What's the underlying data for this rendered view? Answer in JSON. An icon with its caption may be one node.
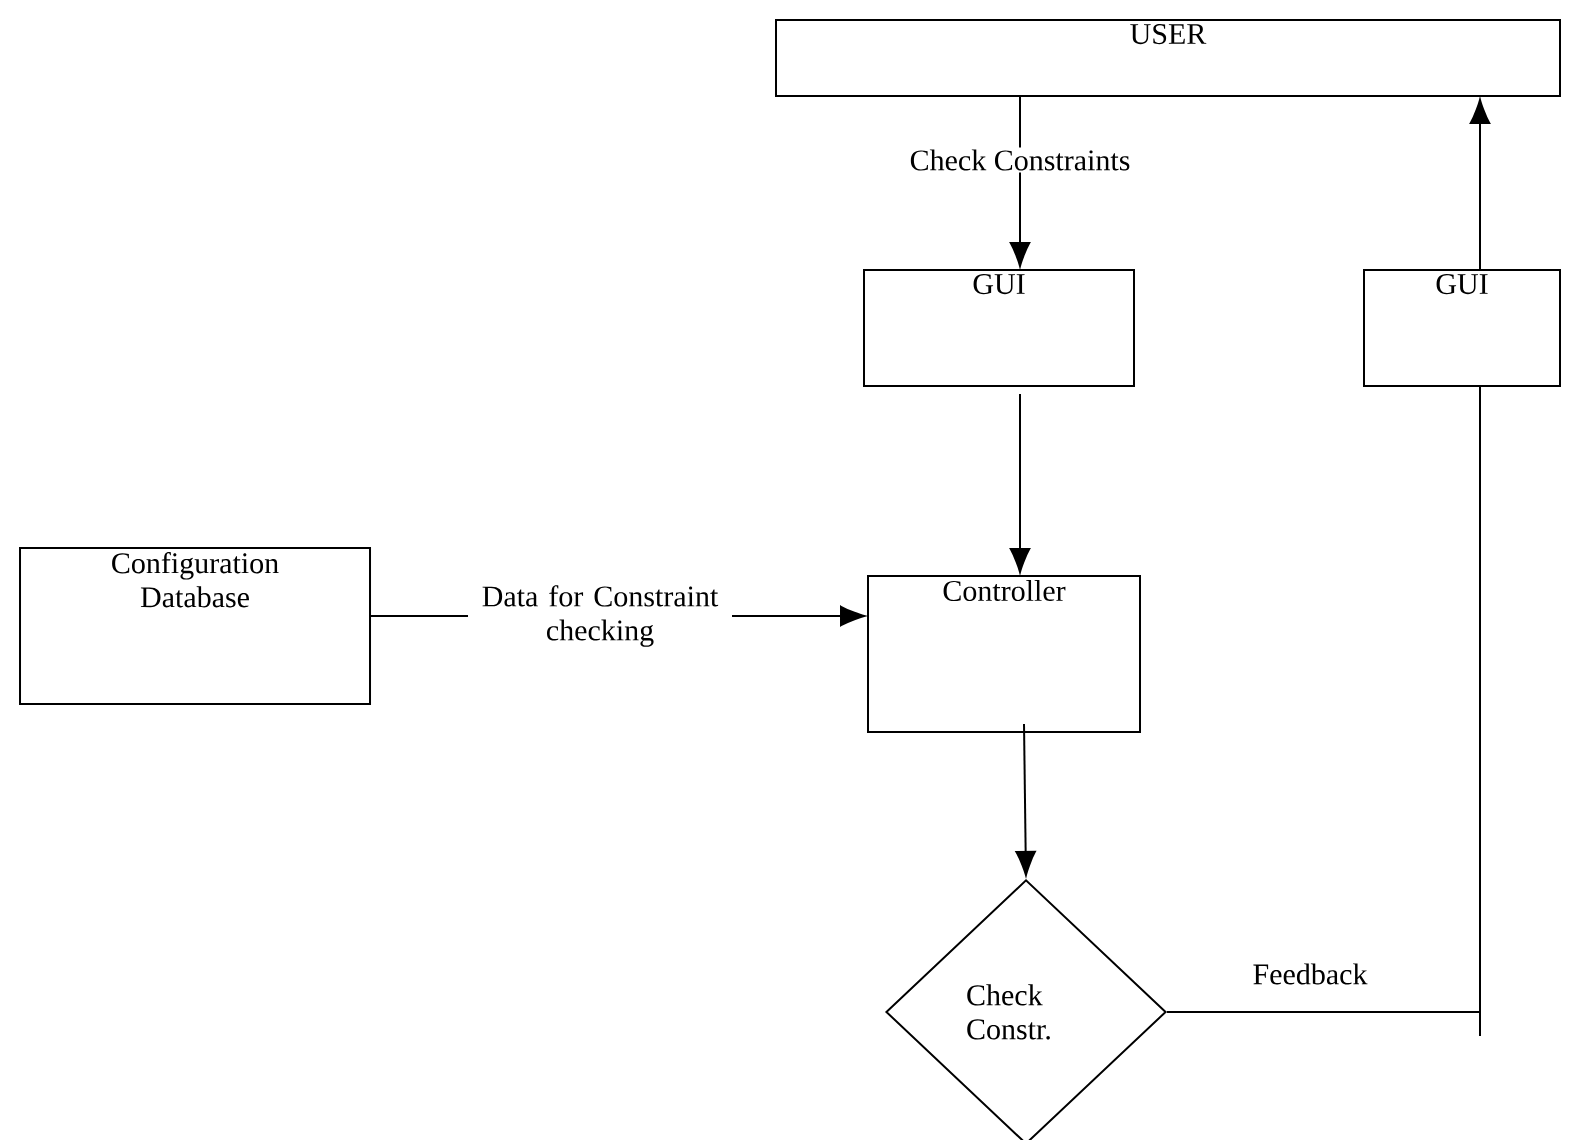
{
  "diagram": {
    "nodes": [
      {
        "text": [
          "USER"
        ]
      },
      {
        "text": [
          "GUI"
        ]
      },
      {
        "text": [
          "GUI"
        ]
      },
      {
        "text": [
          "Configuration Database"
        ]
      },
      {
        "text": [
          "Controller"
        ]
      },
      {
        "text": [
          "Check Constr."
        ]
      }
    ],
    "edges": [
      {
        "from": 0,
        "to": 1,
        "arrow": "to",
        "label": "Check Constraints"
      },
      {
        "from": 1,
        "to": 4,
        "arrow": "to"
      },
      {
        "from": 3,
        "to": 4,
        "arrow": "to",
        "label": "Data for Constraint checking"
      },
      {
        "from": 4,
        "to": 5,
        "arrow": "to"
      },
      {
        "from": 5,
        "to": 2,
        "arrow": "none",
        "label": "Feedback"
      },
      {
        "from": 2,
        "to": 0,
        "arrow": "to"
      }
    ]
  }
}
